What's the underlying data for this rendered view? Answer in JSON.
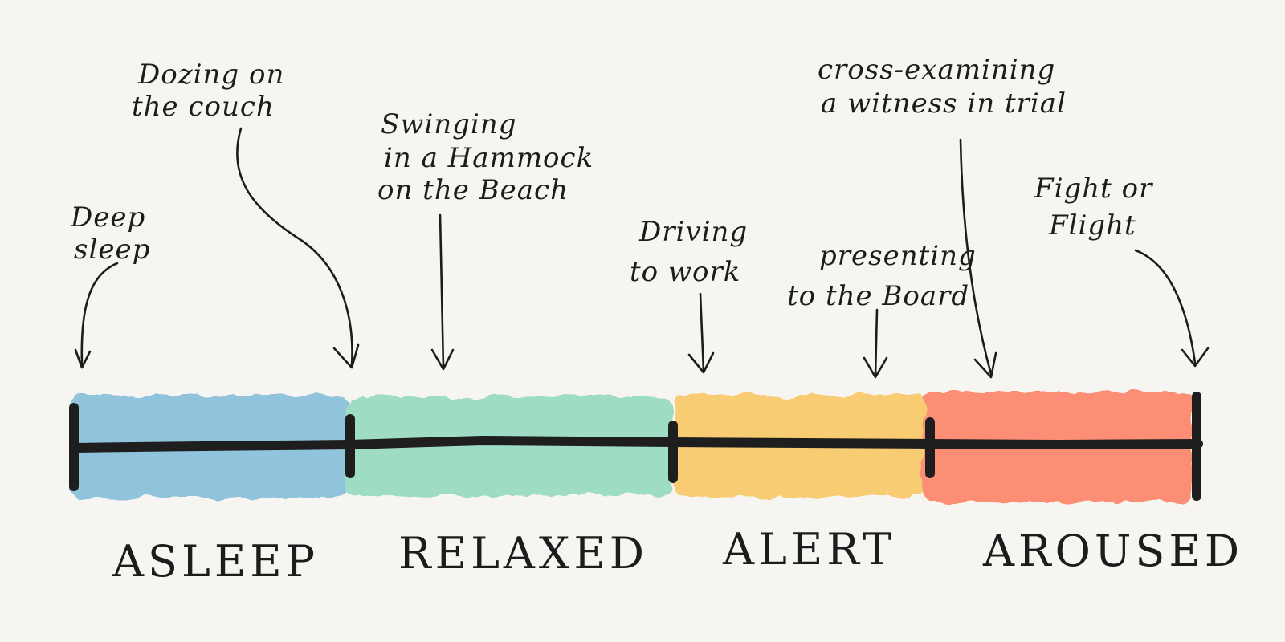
{
  "states": [
    {
      "label": "ASLEEP",
      "color": "#8fc4dc"
    },
    {
      "label": "RELAXED",
      "color": "#9fdcc4"
    },
    {
      "label": "ALERT",
      "color": "#f8cc72"
    },
    {
      "label": "AROUSED",
      "color": "#fb8e74"
    }
  ],
  "annotations": [
    {
      "lines": [
        "Deep",
        "sleep"
      ]
    },
    {
      "lines": [
        "Dozing on",
        "the couch"
      ]
    },
    {
      "lines": [
        "Swinging",
        "in a Hammock",
        "on the Beach"
      ]
    },
    {
      "lines": [
        "Driving",
        "to work"
      ]
    },
    {
      "lines": [
        "presenting",
        "to the Board"
      ]
    },
    {
      "lines": [
        "cross-examining",
        "a witness in trial"
      ]
    },
    {
      "lines": [
        "Fight or",
        "Flight"
      ]
    }
  ]
}
